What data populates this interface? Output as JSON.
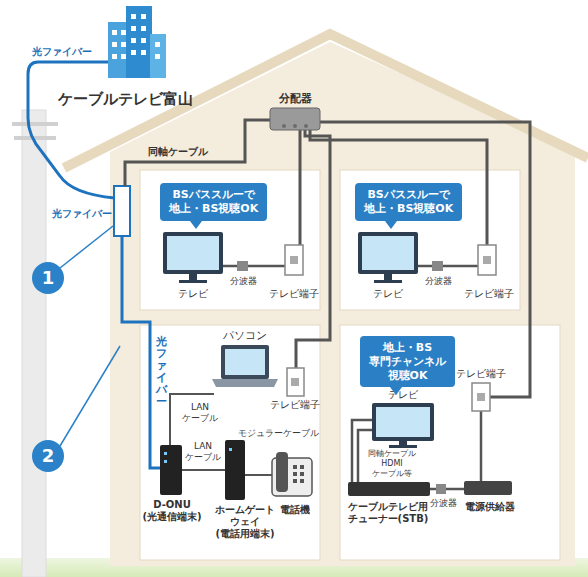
{
  "diagram": {
    "nodes": [
      {
        "text": [
          "BSパススルーで 地上・BS視聴OK"
        ]
      },
      {
        "text": [
          "BSパススルーで 地上・BS視聴OK"
        ]
      },
      {
        "text": [
          "地上・BS 専門チャンネル 視聴OK"
        ]
      },
      {
        "text": [
          "1"
        ]
      },
      {
        "text": [
          "2"
        ]
      }
    ],
    "labels": [
      "光ファイバー",
      "ケーブルテレビ富山",
      "光ファイバー",
      "同軸ケーブル",
      "分配器",
      "テレビ",
      "分波器",
      "テレビ端子",
      "テレビ",
      "分波器",
      "テレビ端子",
      "光ファイバー",
      "パソコン",
      "LAN ケーブル",
      "LAN ケーブル",
      "モジュラーケーブル",
      "テレビ端子",
      "D-ONU (光通信端末)",
      "ホームゲート ウェイ (電話用端末)",
      "電話機",
      "テレビ",
      "テレビ端子",
      "同軸ケーブル",
      "HDMI ケーブル等",
      "ケーブルテレビ用 チューナー(STB)",
      "分波器",
      "電源供給器"
    ]
  }
}
